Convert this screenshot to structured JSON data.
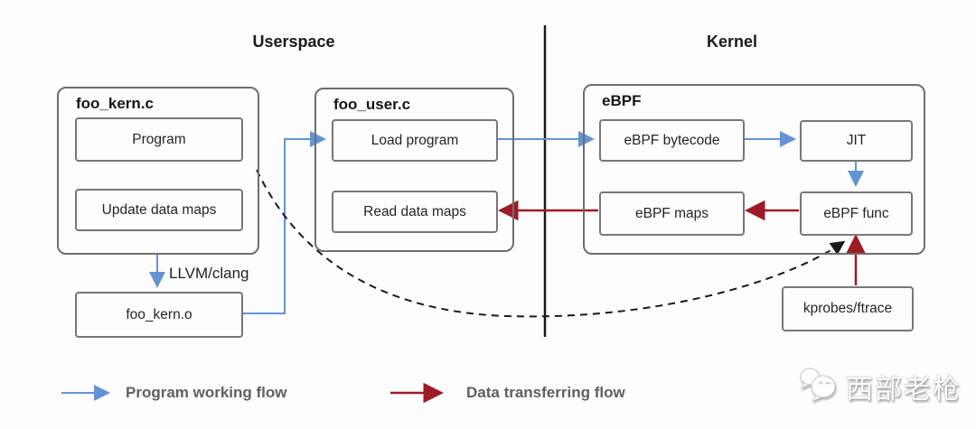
{
  "titles": {
    "userspace": "Userspace",
    "kernel": "Kernel"
  },
  "groups": {
    "foo_kern_c": {
      "title": "foo_kern.c",
      "items": {
        "program": "Program",
        "update_maps": "Update data maps"
      }
    },
    "foo_user_c": {
      "title": "foo_user.c",
      "items": {
        "load_program": "Load program",
        "read_maps": "Read data maps"
      }
    },
    "ebpf": {
      "title": "eBPF",
      "items": {
        "bytecode": "eBPF bytecode",
        "jit": "JIT",
        "maps": "eBPF maps",
        "func": "eBPF func"
      }
    }
  },
  "nodes": {
    "foo_kern_o": "foo_kern.o",
    "kprobes": "kprobes/ftrace"
  },
  "annotations": {
    "compiler": "LLVM/clang"
  },
  "legend": {
    "program_flow": "Program working flow",
    "data_flow": "Data transferring flow"
  },
  "watermark": {
    "text": "西部老枪",
    "icon": "chat-bubbles-icon"
  },
  "colors": {
    "program_flow_arrow": "#6493d4",
    "data_flow_arrow": "#9c1b26",
    "dashed_flow": "#1a1a1a",
    "box_border": "#6e6e6e",
    "divider": "#1a1a1a",
    "legend_text": "#5f6061"
  }
}
